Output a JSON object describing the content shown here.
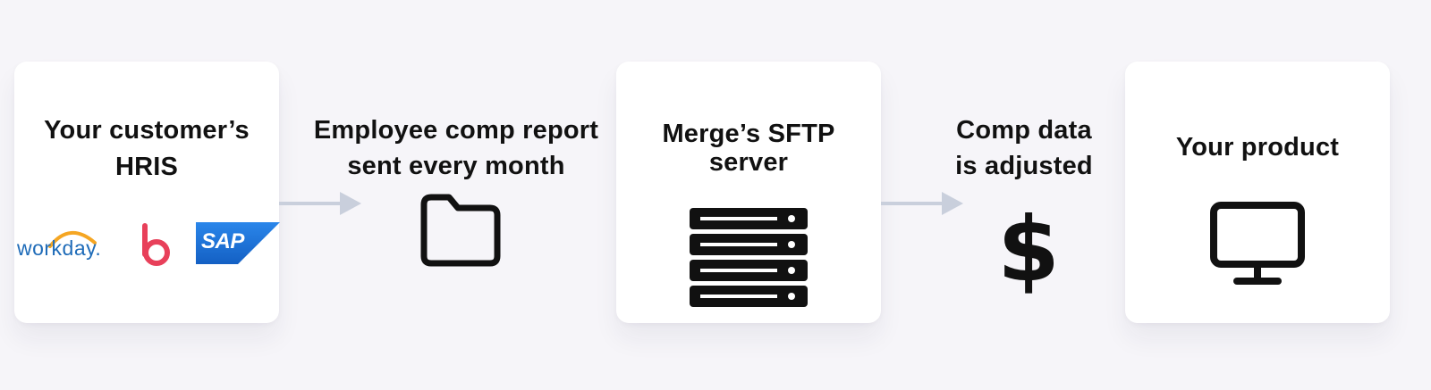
{
  "steps": {
    "hris": {
      "title_line1": "Your customer’s",
      "title_line2": "HRIS",
      "logos": {
        "workday": "workday.",
        "bamboo": "b",
        "sap": "SAP"
      }
    },
    "report": {
      "label_line1": "Employee comp report",
      "label_line2": "sent every month",
      "icon": "folder-icon"
    },
    "sftp": {
      "title_line1": "Merge’s SFTP",
      "title_line2": "server",
      "icon": "server-stack-icon"
    },
    "adjust": {
      "label_line1": "Comp data",
      "label_line2": "is adjusted",
      "icon": "dollar-icon",
      "symbol": "$"
    },
    "product": {
      "title": "Your product",
      "icon": "monitor-icon"
    }
  },
  "colors": {
    "background": "#f6f5f9",
    "card": "#ffffff",
    "arrow": "#c9cfdc",
    "workday_blue": "#1e6bb8",
    "workday_orange": "#f5a623",
    "bamboo_red": "#e8405a",
    "sap_blue": "#1a6fd6"
  }
}
